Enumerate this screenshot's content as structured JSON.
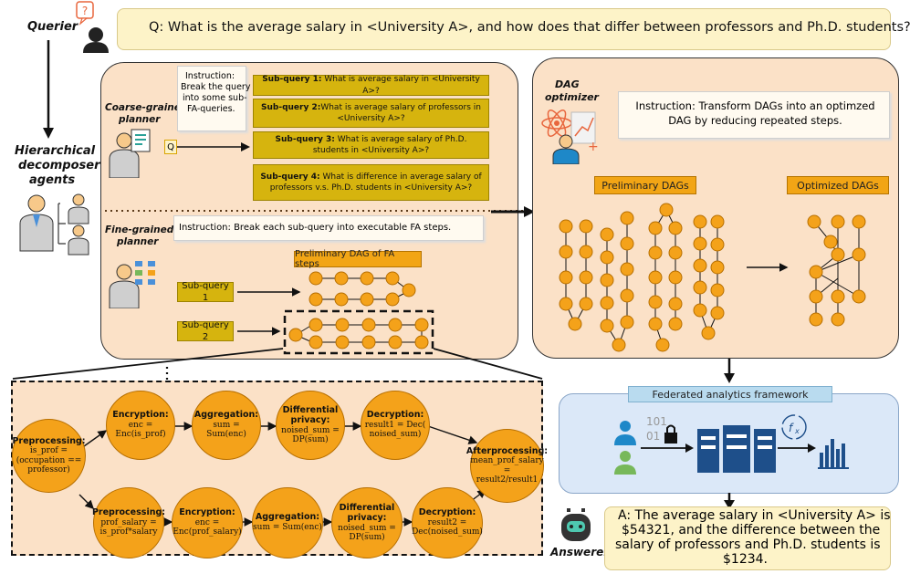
{
  "roles": {
    "querier": "Querier",
    "decomposer": [
      "Hierarchical",
      "decomposer",
      "agents"
    ],
    "coarse_planner": [
      "Coarse-grained",
      "planner"
    ],
    "fine_planner": [
      "Fine-grained",
      "planner"
    ],
    "dag_optimizer": [
      "DAG",
      "optimizer"
    ],
    "answerer": "Answerer"
  },
  "query_badge": "?",
  "question": "Q: What is the average salary in <University A>, and how does that differ between professors and Ph.D. students?",
  "coarse_instruction": [
    "Instruction:",
    "Break the query",
    "into some sub-",
    "FA-queries."
  ],
  "q_token": "Q",
  "subqueries": [
    {
      "label": "Sub-query 1:",
      "text": " What is average salary in <University A>?"
    },
    {
      "label": "Sub-query 2:",
      "text": "What is average salary of professors in <University A>?"
    },
    {
      "label": "Sub-query 3:",
      "text": " What is average salary of Ph.D. students in <University A>?"
    },
    {
      "label": "Sub-query 4:",
      "text": " What is difference in average salary of professors v.s. Ph.D. students in <University A>?"
    }
  ],
  "fine_instruction": "Instruction:  Break each sub-query into executable FA steps.",
  "prelim_dag_fa_label": "Preliminary DAG of FA steps",
  "subquery_tags": [
    "Sub-query 1",
    "Sub-query 2"
  ],
  "dag_instruction": "Instruction:  Transform DAGs into an optimzed DAG by reducing repeated steps.",
  "prelim_dags_label": "Preliminary DAGs",
  "optimized_dags_label": "Optimized DAGs",
  "fa_framework_label": "Federated analytics framework",
  "binary_digits": [
    "101",
    "01"
  ],
  "fx_label": "f",
  "fx_sub": "x",
  "fa_steps_top": [
    {
      "title": "Preprocessing:",
      "body": [
        "is_prof =",
        "(occupation ==",
        "professor)"
      ]
    },
    {
      "title": "Encryption:",
      "body": [
        "enc =",
        "Enc(is_prof)"
      ]
    },
    {
      "title": "Aggregation:",
      "body": [
        "sum = Sum(enc)"
      ]
    },
    {
      "title": "Differential",
      "body": [
        "privacy:",
        "noised_sum =",
        "DP(sum)"
      ]
    },
    {
      "title": "Decryption:",
      "body": [
        "result1 = Dec(",
        "noised_sum)"
      ]
    },
    {
      "title": "Afterprocessing:",
      "body": [
        "mean_prof_salary",
        "=",
        "result2/result1"
      ]
    }
  ],
  "fa_steps_bottom": [
    {
      "title": "Preprocessing:",
      "body": [
        "prof_salary =",
        "is_prof*salary"
      ]
    },
    {
      "title": "Encryption:",
      "body": [
        "enc =",
        "Enc(prof_salary)"
      ]
    },
    {
      "title": "Aggregation:",
      "body": [
        "sum = Sum(enc)"
      ]
    },
    {
      "title": "Differential",
      "body": [
        "privacy:",
        "noised_sum =",
        "DP(sum)"
      ]
    },
    {
      "title": "Decryption:",
      "body": [
        "result2 = ",
        "Dec(noised_sum)"
      ]
    }
  ],
  "answer": [
    "A: The average salary in <University A> is",
    "$54321, and the difference between the",
    "salary of professors and Ph.D. students is",
    "$1234."
  ],
  "colors": {
    "peach": "#fbe1c7",
    "node": "#f4a21a",
    "subquery": "#d6b40e",
    "framework": "#dbe8f8",
    "framework_tag": "#b9dbef",
    "server": "#1e4f8a",
    "person_blue": "#1e88c8",
    "person_green": "#77b85a"
  }
}
